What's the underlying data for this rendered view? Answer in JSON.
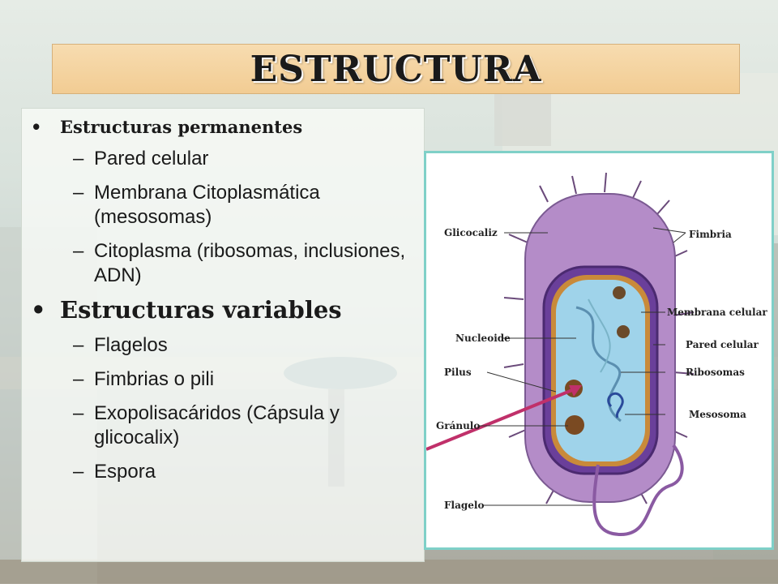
{
  "slide": {
    "title": "ESTRUCTURA",
    "sections": [
      {
        "heading": "Estructuras permanentes",
        "items": [
          "Pared celular",
          "Membrana Citoplasmática (mesosomas)",
          "Citoplasma (ribosomas, inclusiones, ADN)"
        ]
      },
      {
        "heading": "Estructuras variables",
        "items": [
          "Flagelos",
          "Fimbrias o pili",
          "Exopolisacáridos (Cápsula y glicocalix)",
          "Espora"
        ]
      }
    ],
    "bullet_symbol": "•",
    "dash_symbol": "–"
  },
  "diagram": {
    "labels": {
      "glicocaliz": "Glicocaliz",
      "fimbria": "Fimbria",
      "membrana": "Membrana celular",
      "nucleoide": "Nucleoide",
      "pared": "Pared celular",
      "pilus": "Pilus",
      "ribosomas": "Ribosomas",
      "granulo": "Gránulo",
      "mesosoma": "Mesosoma",
      "flagelo": "Flagelo"
    }
  },
  "colors": {
    "title_bg": "#f2cc93",
    "frame_border": "#7fd0c8",
    "arrow": "#c0306a",
    "capsule": "#b48cc8",
    "cytoplasm": "#9fd3ea"
  }
}
